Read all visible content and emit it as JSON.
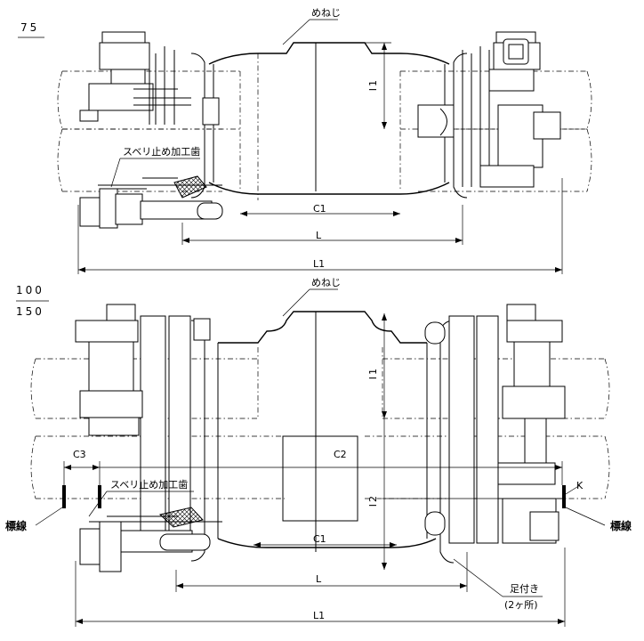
{
  "sizes": {
    "top": "75",
    "bottom_a": "100",
    "bottom_b": "150"
  },
  "labels": {
    "female_thread": "めねじ",
    "anti_slip_teeth": "スベリ止め加工歯",
    "marker_line": "標線",
    "feet": "足付き",
    "feet_count": "(2ヶ所)"
  },
  "dimensions": {
    "C1": "C1",
    "L": "L",
    "L1": "L1",
    "I1": "I1",
    "I2": "I2",
    "C2": "C2",
    "C3": "C3",
    "K": "K"
  }
}
